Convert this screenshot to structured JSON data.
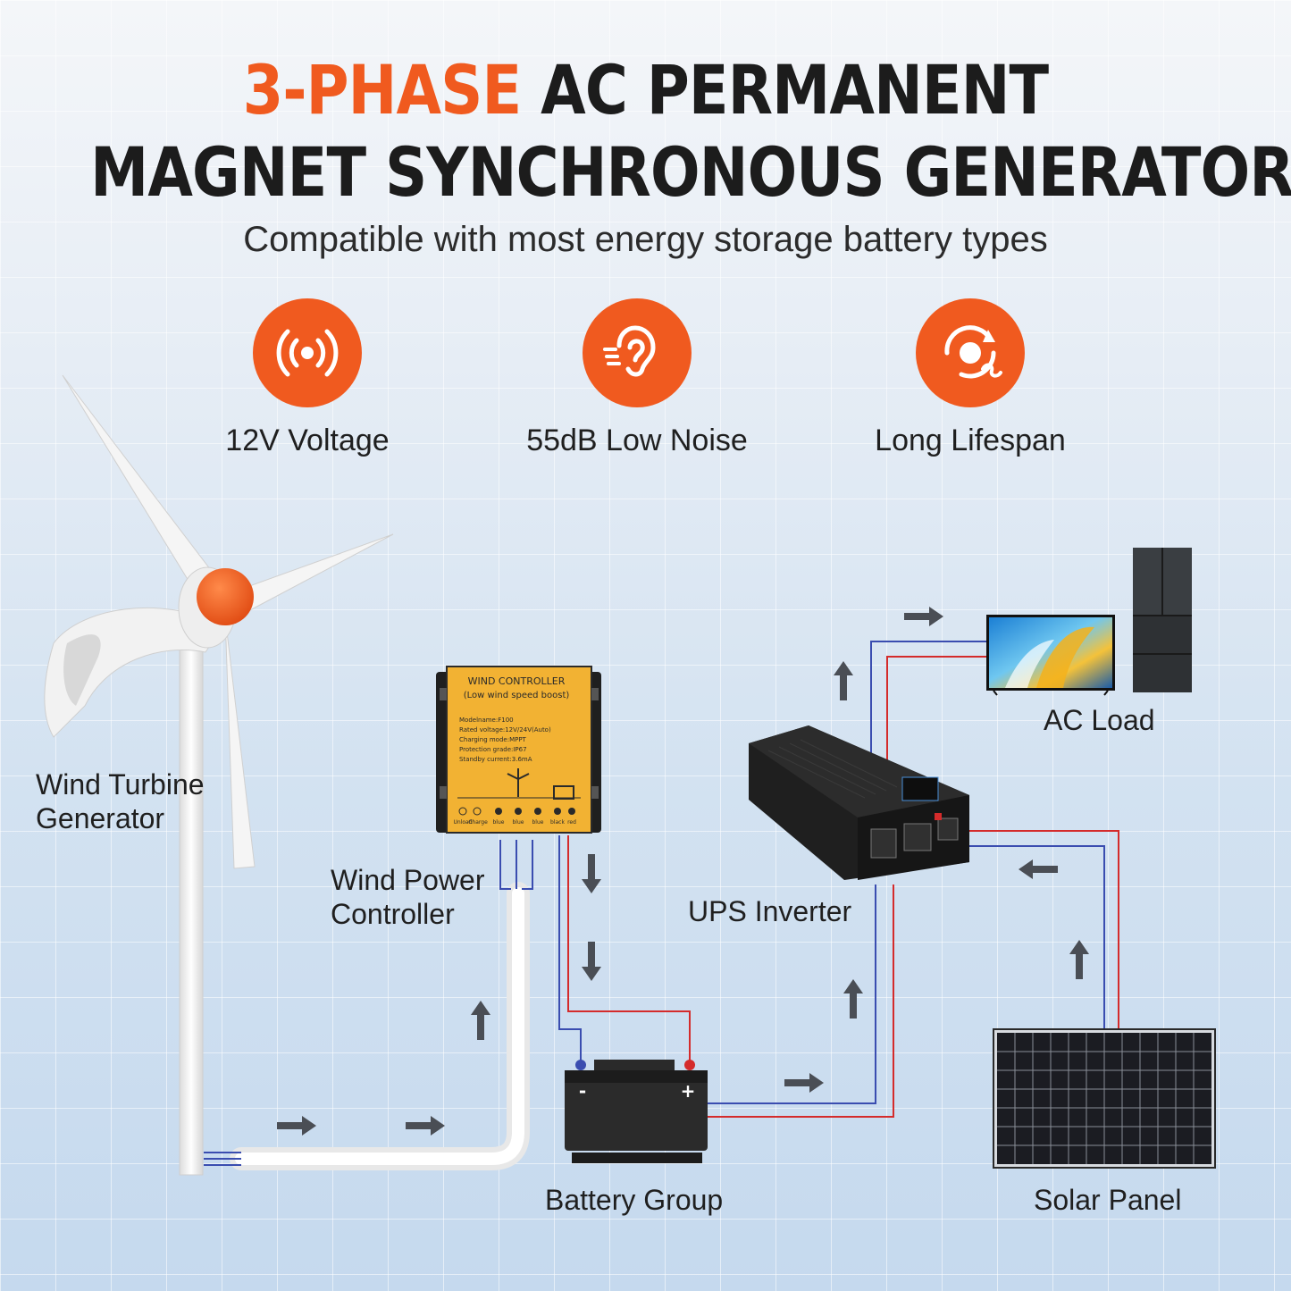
{
  "title": {
    "line1_accent": "3-PHASE",
    "line1_rest": "AC PERMANENT",
    "line2": "MAGNET SYNCHRONOUS GENERATOR"
  },
  "subtitle": "Compatible with most energy storage battery types",
  "features": [
    {
      "icon": "vibration-icon",
      "label": "12V Voltage"
    },
    {
      "icon": "ear-noise-icon",
      "label": "55dB Low Noise"
    },
    {
      "icon": "lifespan-cycle-icon",
      "label": "Long Lifespan"
    }
  ],
  "components": {
    "wind_turbine": {
      "line1": "Wind Turbine",
      "line2": "Generator"
    },
    "controller": {
      "line1": "Wind Power",
      "line2": "Controller"
    },
    "inverter": "UPS Inverter",
    "ac_load": "AC Load",
    "battery": "Battery Group",
    "solar": "Solar Panel"
  },
  "controller_panel": {
    "header1": "WIND CONTROLLER",
    "header2": "(Low wind speed boost)",
    "specs": [
      "Modelname:F100",
      "Rated voltage:12V/24V(Auto)",
      "Charging mode:MPPT",
      "Protection grade:IP67",
      "Standby current:3.6mA"
    ],
    "terminals": [
      "Unload",
      "Charge",
      "blue",
      "blue",
      "blue",
      "black",
      "red"
    ]
  },
  "battery_marks": {
    "minus": "-",
    "plus": "+"
  },
  "colors": {
    "accent": "#f05a1f",
    "wire_red": "#d42b2b",
    "wire_blue": "#3a4db0",
    "arrow": "#4a4e55",
    "controller_body": "#f2b233"
  }
}
